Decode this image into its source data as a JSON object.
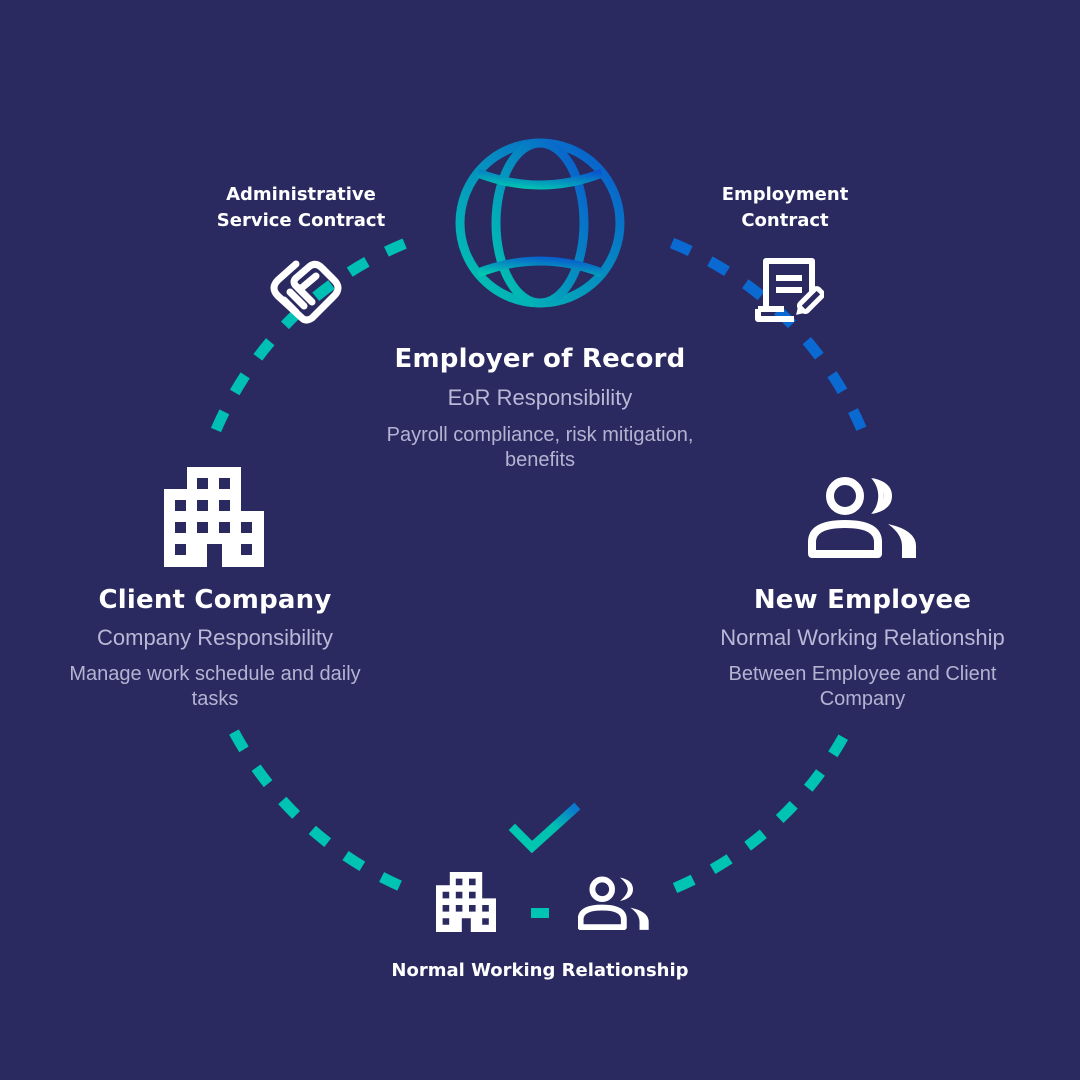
{
  "colors": {
    "background": "#2a2960",
    "teal": "#00c4b3",
    "blue": "#0a6ad1",
    "white": "#ffffff",
    "muted_text": "#b8b9d6"
  },
  "top_center": {
    "icon": "globe-icon",
    "title": "Employer of Record",
    "subtitle": "EoR Responsibility",
    "description_line1": "Payroll compliance, risk mitigation,",
    "description_line2": "benefits"
  },
  "top_left": {
    "icon": "handshake-icon",
    "label_line1": "Administrative",
    "label_line2": "Service Contract"
  },
  "top_right": {
    "icon": "contract-document-icon",
    "label_line1": "Employment",
    "label_line2": "Contract"
  },
  "left": {
    "icon": "building-icon",
    "title": "Client Company",
    "subtitle": "Company Responsibility",
    "description_line1": "Manage work schedule and daily",
    "description_line2": "tasks"
  },
  "right": {
    "icon": "people-icon",
    "title": "New Employee",
    "subtitle": "Normal Working Relationship",
    "description_line1": "Between Employee and Client",
    "description_line2": "Company"
  },
  "bottom": {
    "icons": [
      "checkmark-icon",
      "building-icon",
      "dash-connector",
      "people-icon"
    ],
    "label": "Normal Working Relationship"
  }
}
